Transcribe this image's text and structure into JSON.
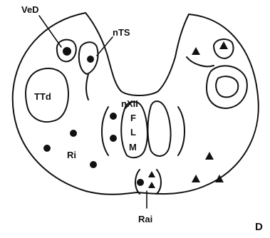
{
  "labels": {
    "ved": "VeD",
    "nts": "nTS",
    "nxii": "nXII",
    "ttd": "TTd",
    "flm_f": "F",
    "flm_l": "L",
    "flm_m": "M",
    "ri": "Ri",
    "rai": "Rai",
    "panel": "D"
  },
  "markers": {
    "left_side": "filled-circle",
    "right_side": "filled-triangle"
  }
}
